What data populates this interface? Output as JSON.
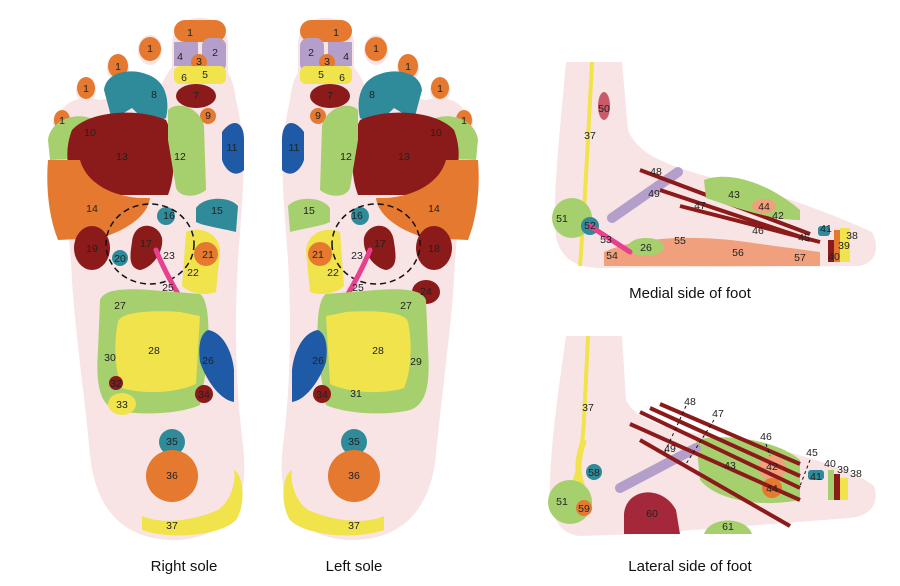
{
  "captions": {
    "right_sole": "Right sole",
    "left_sole": "Left sole",
    "medial": "Medial side of foot",
    "lateral": "Lateral side of foot"
  },
  "colors": {
    "skin": "#f8e4e4",
    "orange": "#e4792f",
    "dark_red": "#8b1a1a",
    "teal": "#2f8a9a",
    "green": "#a6cf6e",
    "yellow": "#f0e34c",
    "purple": "#b49fcb",
    "blue": "#1f5aa6",
    "magenta": "#e83f8e",
    "salmon": "#f0a07c"
  },
  "labels": {
    "n1": "1",
    "n2": "2",
    "n3": "3",
    "n4": "4",
    "n5": "5",
    "n6": "6",
    "n7": "7",
    "n8": "8",
    "n9": "9",
    "n10": "10",
    "n11": "11",
    "n12": "12",
    "n13": "13",
    "n14": "14",
    "n15": "15",
    "n16": "16",
    "n17": "17",
    "n18": "18",
    "n19": "19",
    "n20": "20",
    "n21": "21",
    "n22": "22",
    "n23": "23",
    "n24": "24",
    "n25": "25",
    "n26": "26",
    "n27": "27",
    "n28": "28",
    "n29": "29",
    "n30": "30",
    "n31": "31",
    "n32": "32",
    "n33": "33",
    "n34": "34",
    "n35": "35",
    "n36": "36",
    "n37": "37",
    "n38": "38",
    "n39": "39",
    "n40": "40",
    "n41": "41",
    "n42": "42",
    "n43": "43",
    "n44": "44",
    "n45": "45",
    "n46": "46",
    "n47": "47",
    "n48": "48",
    "n49": "49",
    "n50": "50",
    "n51": "51",
    "n52": "52",
    "n53": "53",
    "n54": "54",
    "n55": "55",
    "n56": "56",
    "n57": "57",
    "n58": "58",
    "n59": "59",
    "n60": "60",
    "n61": "61"
  }
}
